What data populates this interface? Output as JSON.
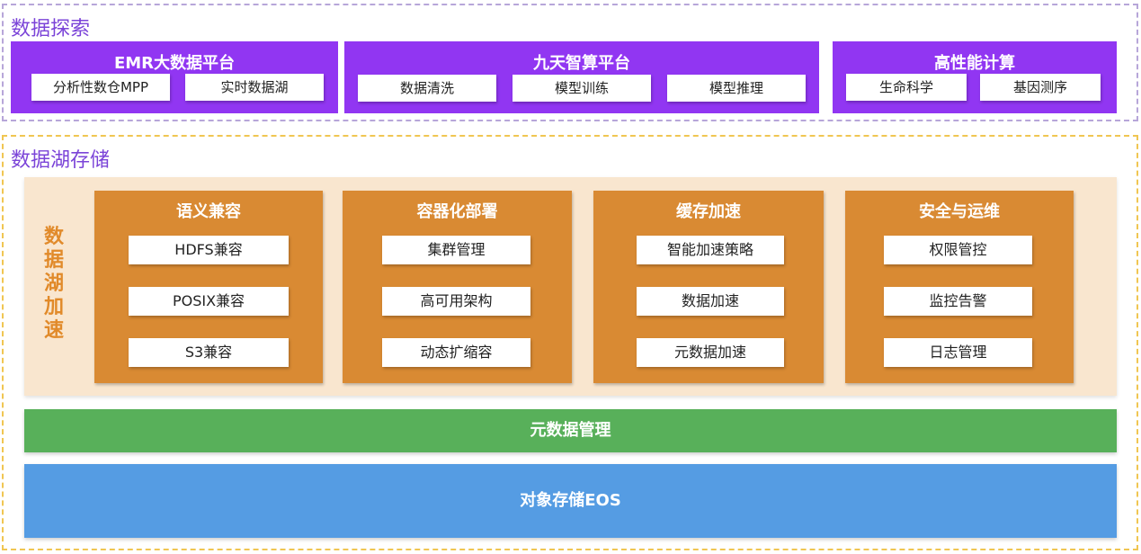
{
  "explore": {
    "title": "数据探索",
    "platforms": [
      {
        "title": "EMR大数据平台",
        "items": [
          "分析性数仓MPP",
          "实时数据湖"
        ]
      },
      {
        "title": "九天智算平台",
        "items": [
          "数据清洗",
          "模型训练",
          "模型推理"
        ]
      },
      {
        "title": "高性能计算",
        "items": [
          "生命科学",
          "基因测序"
        ]
      }
    ]
  },
  "storage": {
    "title": "数据湖存储",
    "accel_label": "数据湖加速",
    "groups": [
      {
        "title": "语义兼容",
        "items": [
          "HDFS兼容",
          "POSIX兼容",
          "S3兼容"
        ]
      },
      {
        "title": "容器化部署",
        "items": [
          "集群管理",
          "高可用架构",
          "动态扩缩容"
        ]
      },
      {
        "title": "缓存加速",
        "items": [
          "智能加速策略",
          "数据加速",
          "元数据加速"
        ]
      },
      {
        "title": "安全与运维",
        "items": [
          "权限管控",
          "监控告警",
          "日志管理"
        ]
      }
    ],
    "metadata_bar": "元数据管理",
    "object_bar": "对象存储EOS"
  },
  "colors": {
    "purple": "#9136f2",
    "orange": "#d98a33",
    "beige": "#f9e6cf",
    "green": "#58b05a",
    "blue": "#559ce3",
    "section_title": "#7b44d8",
    "accel_label": "#e18a2a"
  }
}
